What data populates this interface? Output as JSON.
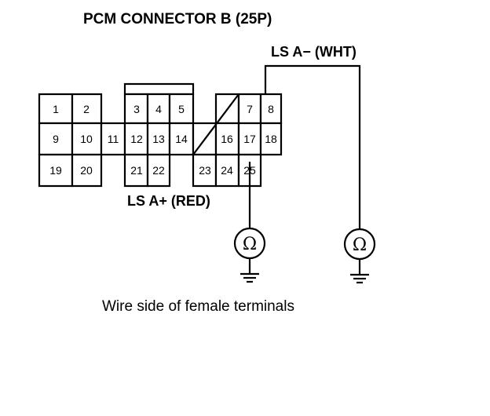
{
  "title": "PCM CONNECTOR B (25P)",
  "wire_minus_label": "LS A− (WHT)",
  "wire_plus_label": "LS A+ (RED)",
  "caption": "Wire side of female terminals",
  "meter_symbol": "Ω",
  "pins": {
    "p1": "1",
    "p2": "2",
    "p3": "3",
    "p4": "4",
    "p5": "5",
    "p7": "7",
    "p8": "8",
    "p9": "9",
    "p10": "10",
    "p11": "11",
    "p12": "12",
    "p13": "13",
    "p14": "14",
    "p16": "16",
    "p17": "17",
    "p18": "18",
    "p19": "19",
    "p20": "20",
    "p21": "21",
    "p22": "22",
    "p23": "23",
    "p24": "24",
    "p25": "25"
  },
  "icons": {
    "ohmmeter": "ohmmeter-icon",
    "ground": "ground-icon"
  }
}
